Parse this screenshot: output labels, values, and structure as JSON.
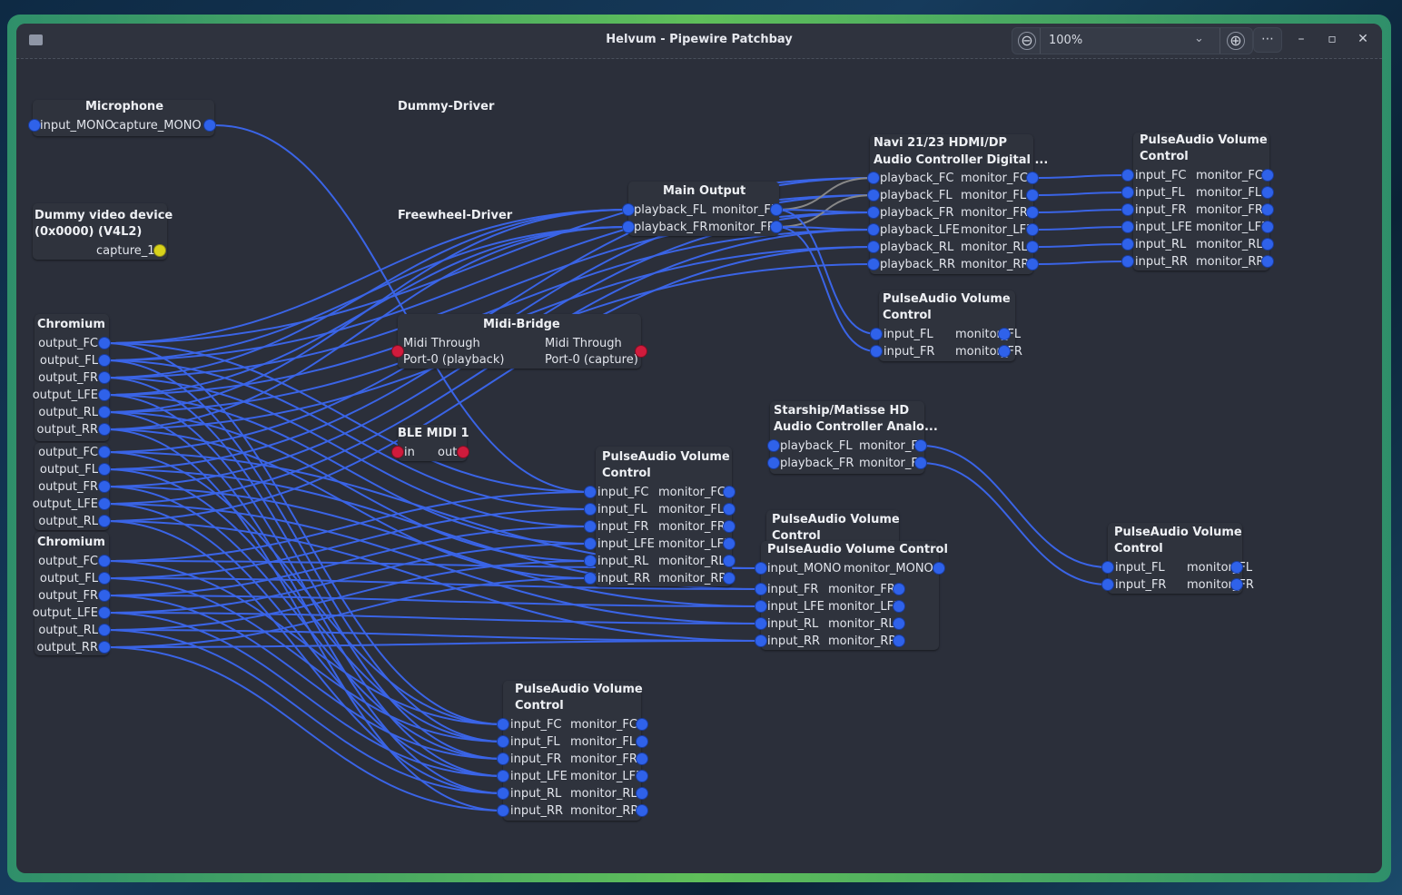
{
  "window": {
    "title": "Helvum - Pipewire Patchbay"
  },
  "toolbar": {
    "zoom_out": "⊖",
    "zoom_value": "100%",
    "zoom_dropdown": "⌄",
    "zoom_in": "⊕",
    "menu": "⋯",
    "minimize": "–",
    "maximize": "▫",
    "close": "✕"
  },
  "nodes": {
    "microphone": {
      "title": "Microphone",
      "in": "input_MONO",
      "out": "capture_MONO"
    },
    "dummy_driver": {
      "title": "Dummy-Driver"
    },
    "freewheel_driver": {
      "title": "Freewheel-Driver"
    },
    "dummy_video": {
      "title1": "Dummy video device",
      "title2": "(0x0000) (V4L2)",
      "out": "capture_1"
    },
    "main_output": {
      "title": "Main Output",
      "p1": "playback_FL",
      "m1": "monitor_FL",
      "p2": "playback_FR",
      "m2": "monitor_FR"
    },
    "midi_bridge": {
      "title": "Midi-Bridge",
      "in1": "Midi Through",
      "in2": "Port-0 (playback)",
      "out1": "Midi Through",
      "out2": "Port-0 (capture)"
    },
    "ble_midi": {
      "title": "BLE MIDI 1",
      "in": "in",
      "out": "out"
    },
    "navi": {
      "title1": "Navi 21/23 HDMI/DP",
      "title2": "Audio Controller Digital ...",
      "in": [
        "playback_FC",
        "playback_FL",
        "playback_FR",
        "playback_LFE",
        "playback_RL",
        "playback_RR"
      ],
      "out": [
        "monitor_FC",
        "monitor_FL",
        "monitor_FR",
        "monitor_LFE",
        "monitor_RL",
        "monitor_RR"
      ]
    },
    "pavc_top": {
      "title1": "PulseAudio Volume",
      "title2": "Control",
      "in": [
        "input_FC",
        "input_FL",
        "input_FR",
        "input_LFE",
        "input_RL",
        "input_RR"
      ],
      "out": [
        "monitor_FC",
        "monitor_FL",
        "monitor_FR",
        "monitor_LFE",
        "monitor_RL",
        "monitor_RR"
      ]
    },
    "pavc_stereo1": {
      "title1": "PulseAudio Volume",
      "title2": "Control",
      "in": [
        "input_FL",
        "input_FR"
      ],
      "out": [
        "monitor_FL",
        "monitor_FR"
      ]
    },
    "chromium1": {
      "title": "Chromium",
      "out": [
        "output_FC",
        "output_FL",
        "output_FR",
        "output_LFE",
        "output_RL",
        "output_RR"
      ]
    },
    "chromium_mid": {
      "out": [
        "output_FC",
        "output_FL",
        "output_FR",
        "output_LFE",
        "output_RL"
      ]
    },
    "chromium2": {
      "title": "Chromium",
      "out": [
        "output_FC",
        "output_FL",
        "output_FR",
        "output_LFE",
        "output_RL",
        "output_RR"
      ]
    },
    "starship": {
      "title1": "Starship/Matisse HD",
      "title2": "Audio Controller Analo...",
      "in": [
        "playback_FL",
        "playback_FR"
      ],
      "out": [
        "monitor_FL",
        "monitor_FR"
      ]
    },
    "pavc_mid": {
      "title1": "PulseAudio Volume",
      "title2": "Control",
      "in": [
        "input_FC",
        "input_FL",
        "input_FR",
        "input_LFE",
        "input_RL",
        "input_RR"
      ],
      "out": [
        "monitor_FC",
        "monitor_FL",
        "monitor_FR",
        "monitor_LFE",
        "monitor_RL",
        "monitor_RR"
      ]
    },
    "pavc_right_top": {
      "title1": "PulseAudio Volume",
      "title2": "Control"
    },
    "pavc_mono": {
      "title": "PulseAudio Volume Control",
      "in": "input_MONO",
      "out": "monitor_MONO",
      "in_rest": [
        "input_FR",
        "input_LFE",
        "input_RL",
        "input_RR"
      ],
      "out_rest": [
        "monitor_FR",
        "monitor_LFE",
        "monitor_RL",
        "monitor_RR"
      ]
    },
    "pavc_stereo2": {
      "title1": "PulseAudio Volume",
      "title2": "Control",
      "in": [
        "input_FL",
        "input_FR"
      ],
      "out": [
        "monitor_FL",
        "monitor_FR"
      ]
    },
    "pavc_bottom": {
      "title1": "PulseAudio Volume",
      "title2": "Control",
      "in": [
        "input_FC",
        "input_FL",
        "input_FR",
        "input_LFE",
        "input_RL",
        "input_RR"
      ],
      "out": [
        "monitor_FC",
        "monitor_FL",
        "monitor_FR",
        "monitor_LFE",
        "monitor_RL",
        "monitor_RR"
      ]
    }
  },
  "colors": {
    "wire": "#3a64e6",
    "port_audio": "#2f62ea",
    "port_video": "#d8d21a",
    "port_midi": "#d01b3c"
  }
}
